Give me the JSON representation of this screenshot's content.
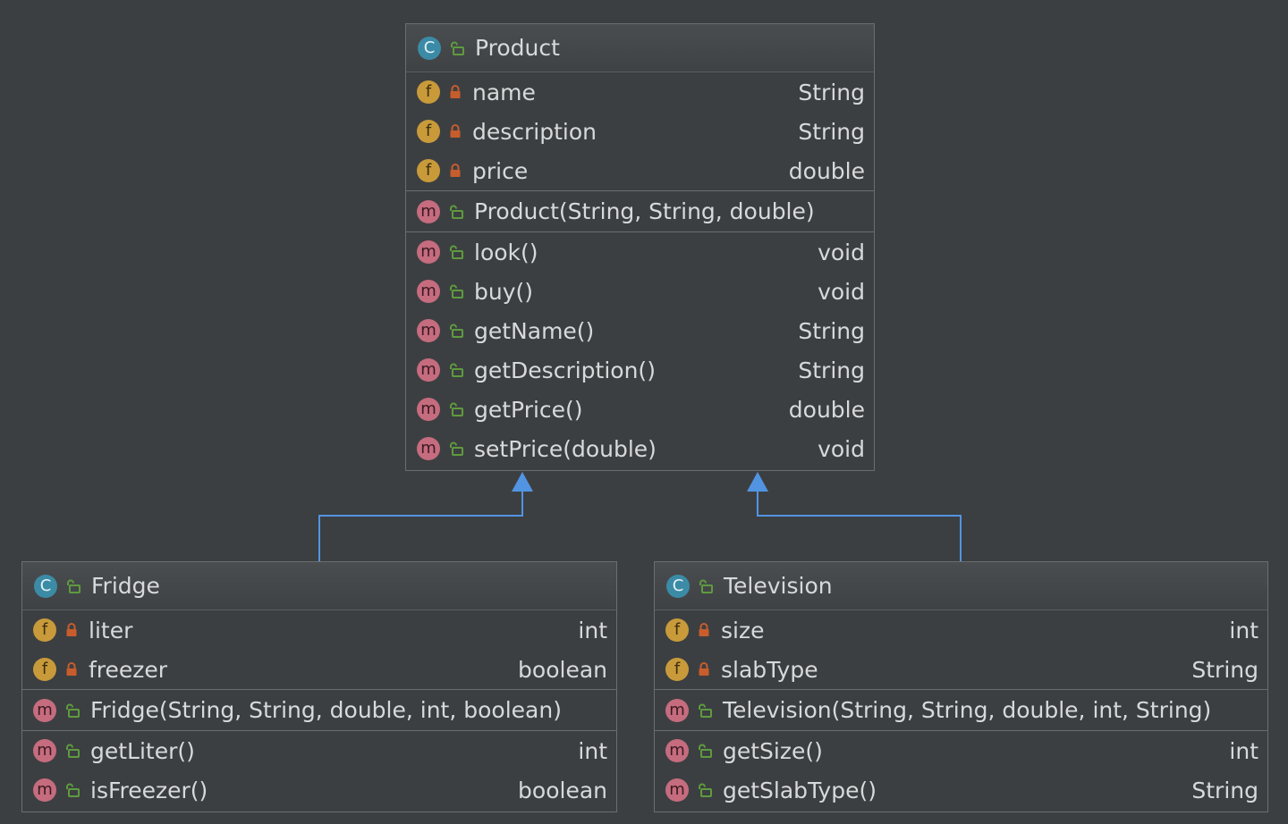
{
  "colors": {
    "background": "#3c3f41",
    "class_badge": "#3b8ba6",
    "field_badge": "#c89a3a",
    "method_badge": "#c56c7f",
    "private_lock": "#c75d2c",
    "public_lock": "#5e9b3f",
    "inheritance_arrow": "#5294e2"
  },
  "classes": {
    "product": {
      "name": "Product",
      "badge": "C",
      "fields": [
        {
          "badge": "f",
          "visibility": "private",
          "name": "name",
          "type": "String"
        },
        {
          "badge": "f",
          "visibility": "private",
          "name": "description",
          "type": "String"
        },
        {
          "badge": "f",
          "visibility": "private",
          "name": "price",
          "type": "double"
        }
      ],
      "constructors": [
        {
          "badge": "m",
          "visibility": "public",
          "name": "Product(String, String, double)"
        }
      ],
      "methods": [
        {
          "badge": "m",
          "visibility": "public",
          "name": "look()",
          "type": "void"
        },
        {
          "badge": "m",
          "visibility": "public",
          "name": "buy()",
          "type": "void"
        },
        {
          "badge": "m",
          "visibility": "public",
          "name": "getName()",
          "type": "String"
        },
        {
          "badge": "m",
          "visibility": "public",
          "name": "getDescription()",
          "type": "String"
        },
        {
          "badge": "m",
          "visibility": "public",
          "name": "getPrice()",
          "type": "double"
        },
        {
          "badge": "m",
          "visibility": "public",
          "name": "setPrice(double)",
          "type": "void"
        }
      ]
    },
    "fridge": {
      "name": "Fridge",
      "badge": "C",
      "fields": [
        {
          "badge": "f",
          "visibility": "private",
          "name": "liter",
          "type": "int"
        },
        {
          "badge": "f",
          "visibility": "private",
          "name": "freezer",
          "type": "boolean"
        }
      ],
      "constructors": [
        {
          "badge": "m",
          "visibility": "public",
          "name": "Fridge(String, String, double, int, boolean)"
        }
      ],
      "methods": [
        {
          "badge": "m",
          "visibility": "public",
          "name": "getLiter()",
          "type": "int"
        },
        {
          "badge": "m",
          "visibility": "public",
          "name": "isFreezer()",
          "type": "boolean"
        }
      ]
    },
    "television": {
      "name": "Television",
      "badge": "C",
      "fields": [
        {
          "badge": "f",
          "visibility": "private",
          "name": "size",
          "type": "int"
        },
        {
          "badge": "f",
          "visibility": "private",
          "name": "slabType",
          "type": "String"
        }
      ],
      "constructors": [
        {
          "badge": "m",
          "visibility": "public",
          "name": "Television(String, String, double, int, String)"
        }
      ],
      "methods": [
        {
          "badge": "m",
          "visibility": "public",
          "name": "getSize()",
          "type": "int"
        },
        {
          "badge": "m",
          "visibility": "public",
          "name": "getSlabType()",
          "type": "String"
        }
      ]
    }
  },
  "relations": [
    {
      "type": "inheritance",
      "from": "Fridge",
      "to": "Product"
    },
    {
      "type": "inheritance",
      "from": "Television",
      "to": "Product"
    }
  ]
}
